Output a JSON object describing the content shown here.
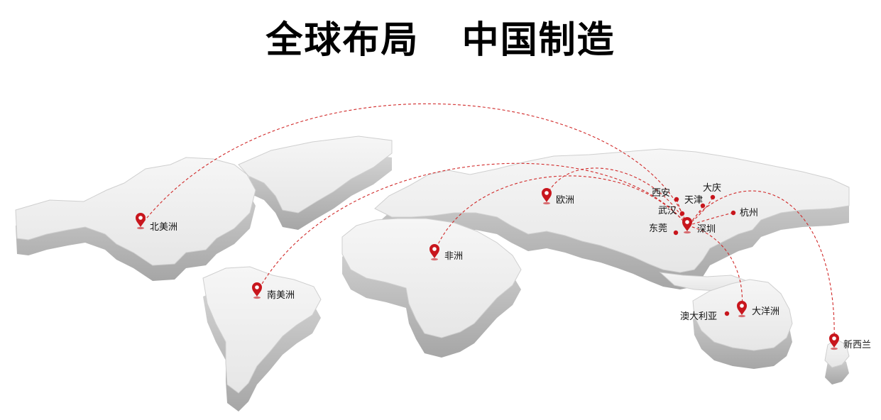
{
  "title": "全球布局   中国制造",
  "colors": {
    "route": "#d12a2a",
    "pin": "#c8161d",
    "land_top": "#efefef",
    "land_side": "#b9b9b9",
    "text": "#111111"
  },
  "hub": {
    "label": "深圳",
    "icon": "map-pin-icon"
  },
  "regions": [
    {
      "id": "north-america",
      "label": "北美洲",
      "icon": "map-pin-icon"
    },
    {
      "id": "south-america",
      "label": "南美洲",
      "icon": "map-pin-icon"
    },
    {
      "id": "africa",
      "label": "非洲",
      "icon": "map-pin-icon"
    },
    {
      "id": "europe",
      "label": "欧洲",
      "icon": "map-pin-icon"
    },
    {
      "id": "oceania",
      "label": "大洋洲",
      "icon": "map-pin-icon"
    },
    {
      "id": "new-zealand",
      "label": "新西兰",
      "icon": "map-pin-icon"
    }
  ],
  "cities": [
    {
      "id": "xian",
      "label": "西安"
    },
    {
      "id": "tianjin",
      "label": "天津"
    },
    {
      "id": "daqing",
      "label": "大庆"
    },
    {
      "id": "wuhan",
      "label": "武汉"
    },
    {
      "id": "hangzhou",
      "label": "杭州"
    },
    {
      "id": "dongguan",
      "label": "东莞"
    },
    {
      "id": "australia",
      "label": "澳大利亚"
    }
  ]
}
